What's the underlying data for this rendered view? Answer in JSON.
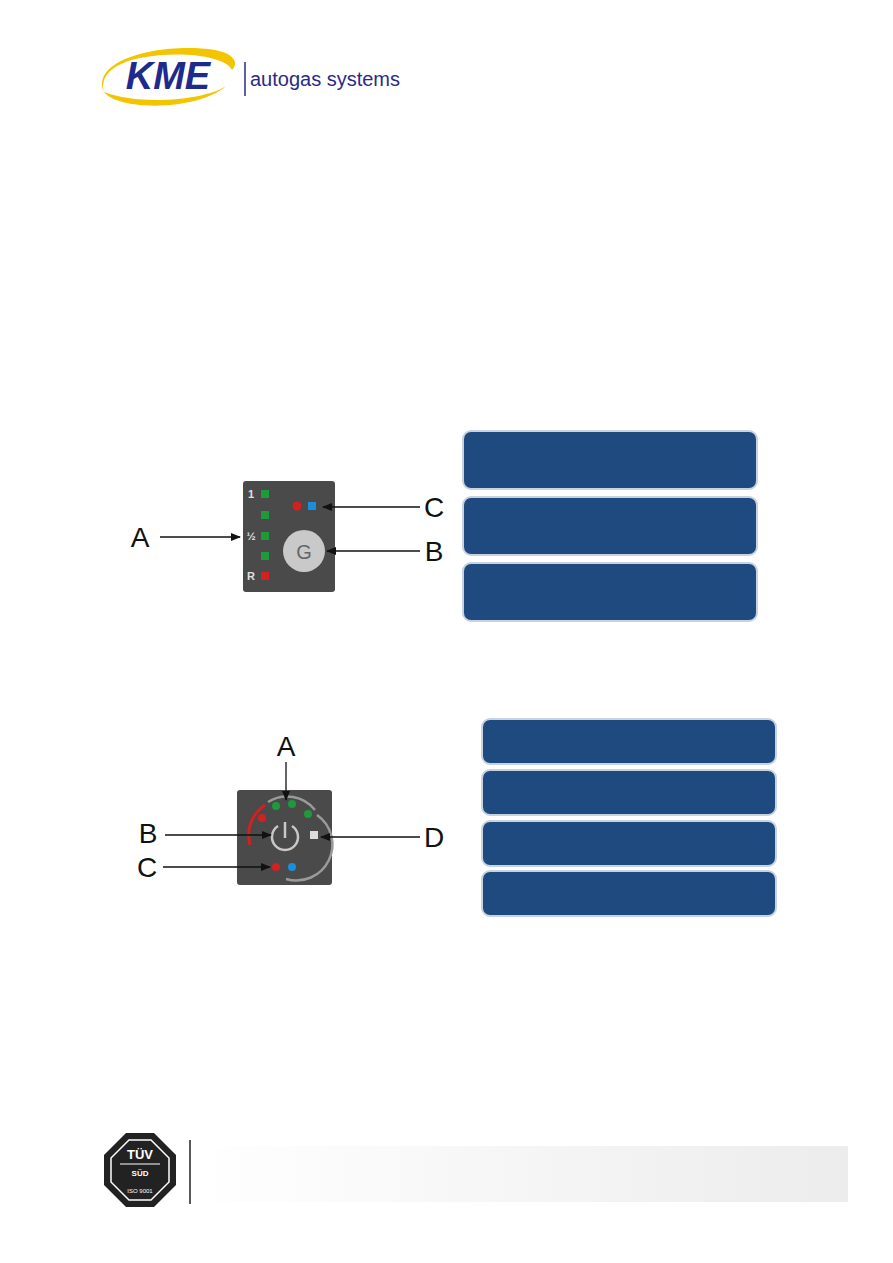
{
  "diagram": {
    "labels": [
      "KME",
      "autogas systems",
      "A",
      "1",
      "½",
      "R",
      "G",
      "C",
      "B",
      "A",
      "B",
      "C",
      "D",
      "TÜV",
      "SÜD",
      "ISO 9001"
    ]
  }
}
